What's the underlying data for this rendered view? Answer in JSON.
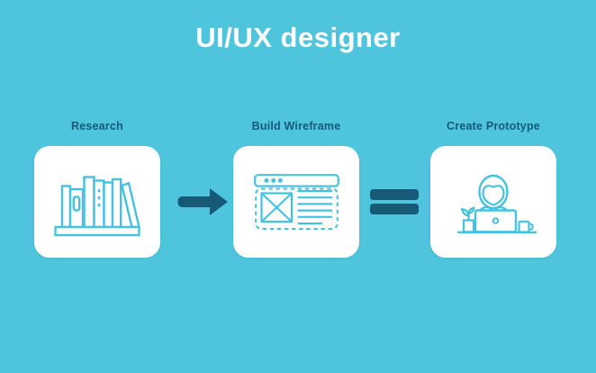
{
  "title": "UI/UX designer",
  "colors": {
    "background": "#4ec4dd",
    "card": "#ffffff",
    "dark": "#175a78",
    "label_text": "#175a78",
    "icon_stroke": "#45c2de"
  },
  "steps": [
    {
      "label": "Research",
      "icon": "books-on-shelf-icon"
    },
    {
      "label": "Build Wireframe",
      "icon": "browser-wireframe-icon"
    },
    {
      "label": "Create Prototype",
      "icon": "designer-at-laptop-icon"
    }
  ],
  "connectors": [
    {
      "type": "arrow",
      "icon": "arrow-right-icon"
    },
    {
      "type": "equals",
      "icon": "equals-icon"
    }
  ]
}
